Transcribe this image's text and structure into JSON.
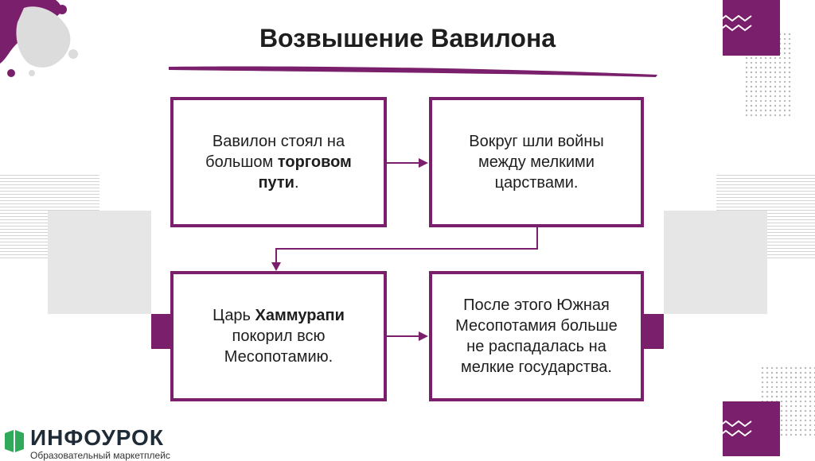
{
  "slide": {
    "title": "Возвышение Вавилона"
  },
  "boxes": [
    {
      "parts": [
        {
          "t": "Вавилон стоял на большом ",
          "b": false
        },
        {
          "t": "торговом пути",
          "b": true
        },
        {
          "t": ".",
          "b": false
        }
      ]
    },
    {
      "parts": [
        {
          "t": "Вокруг шли войны между мелкими царствами.",
          "b": false
        }
      ]
    },
    {
      "parts": [
        {
          "t": "Царь ",
          "b": false
        },
        {
          "t": "Хаммурапи",
          "b": true
        },
        {
          "t": " покорил всю Месопотамию.",
          "b": false
        }
      ]
    },
    {
      "parts": [
        {
          "t": "После этого Южная Месопотамия больше не распадалась на мелкие государства.",
          "b": false
        }
      ]
    }
  ],
  "logo": {
    "name": "ИНФОУРОК",
    "tagline": "Образовательный маркетплейс"
  },
  "colors": {
    "accent": "#7a1f6b",
    "text": "#1e1e1e",
    "decor_gray": "#e6e6e6"
  },
  "icons": [
    "splash-decoration",
    "zigzag-decoration",
    "infourok-logo-icon",
    "arrow-right-icon",
    "arrow-down-icon"
  ]
}
